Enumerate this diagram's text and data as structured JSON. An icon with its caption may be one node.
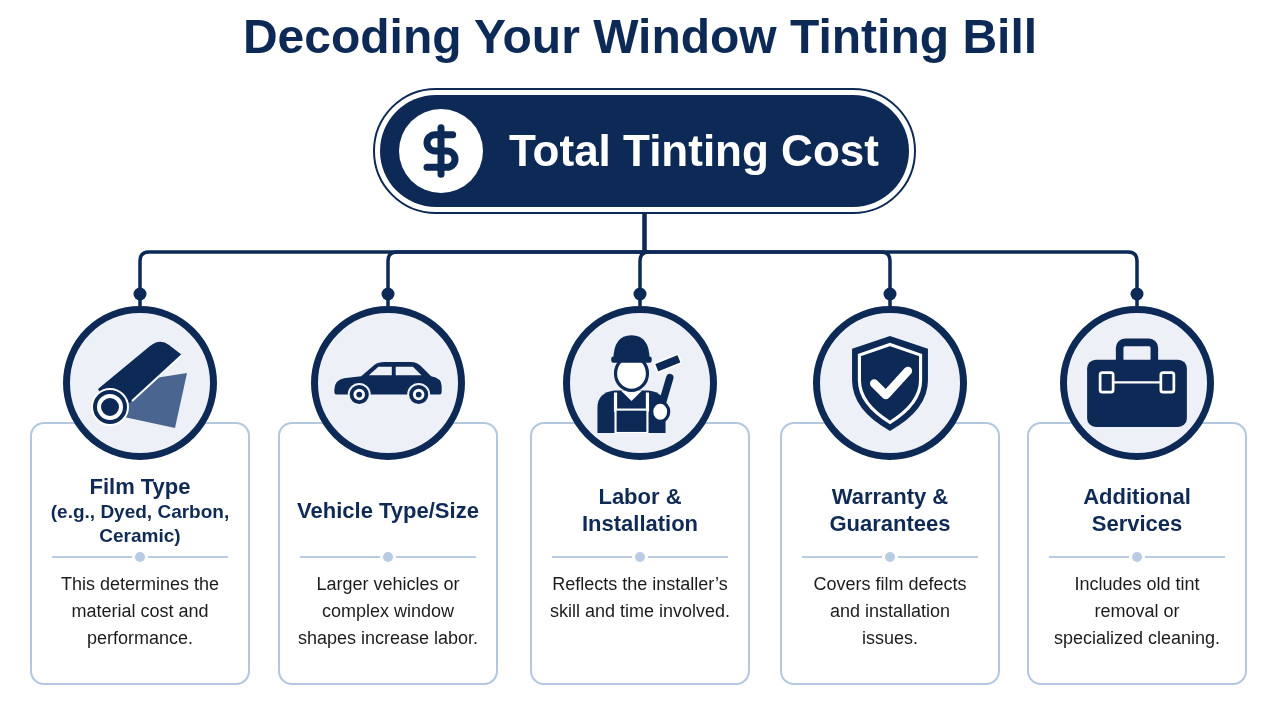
{
  "diagram": {
    "title": "Decoding Your Window Tinting Bill",
    "nodes": [
      {
        "text": [
          "Total Tinting Cost"
        ]
      },
      {
        "text": [],
        "shape": "circle"
      },
      {
        "text": [],
        "shape": "circle"
      },
      {
        "text": [],
        "shape": "circle"
      },
      {
        "text": [],
        "shape": "circle"
      },
      {
        "text": [],
        "shape": "circle"
      },
      {
        "text": [
          "Film Type",
          "(e.g., Dyed, Carbon, Ceramic)",
          "This determines the material cost and performance."
        ]
      },
      {
        "text": [
          "Vehicle Type/Size",
          "Larger vehicles or complex window shapes increase labor."
        ]
      },
      {
        "text": [
          "Labor & Installation",
          "Reflects the installer’s skill and time involved."
        ]
      },
      {
        "text": [
          "Warranty & Guarantees",
          "Covers film defects and installation issues."
        ]
      },
      {
        "text": [
          "Additional Services",
          "Includes old tint removal or specialized cleaning."
        ]
      }
    ],
    "edges": [
      {
        "from": 0,
        "to": 1,
        "arrow": "other"
      },
      {
        "from": 0,
        "to": 2,
        "arrow": "other"
      },
      {
        "from": 0,
        "to": 3,
        "arrow": "other"
      },
      {
        "from": 0,
        "to": 4,
        "arrow": "other"
      },
      {
        "from": 0,
        "to": 5,
        "arrow": "other"
      }
    ]
  }
}
